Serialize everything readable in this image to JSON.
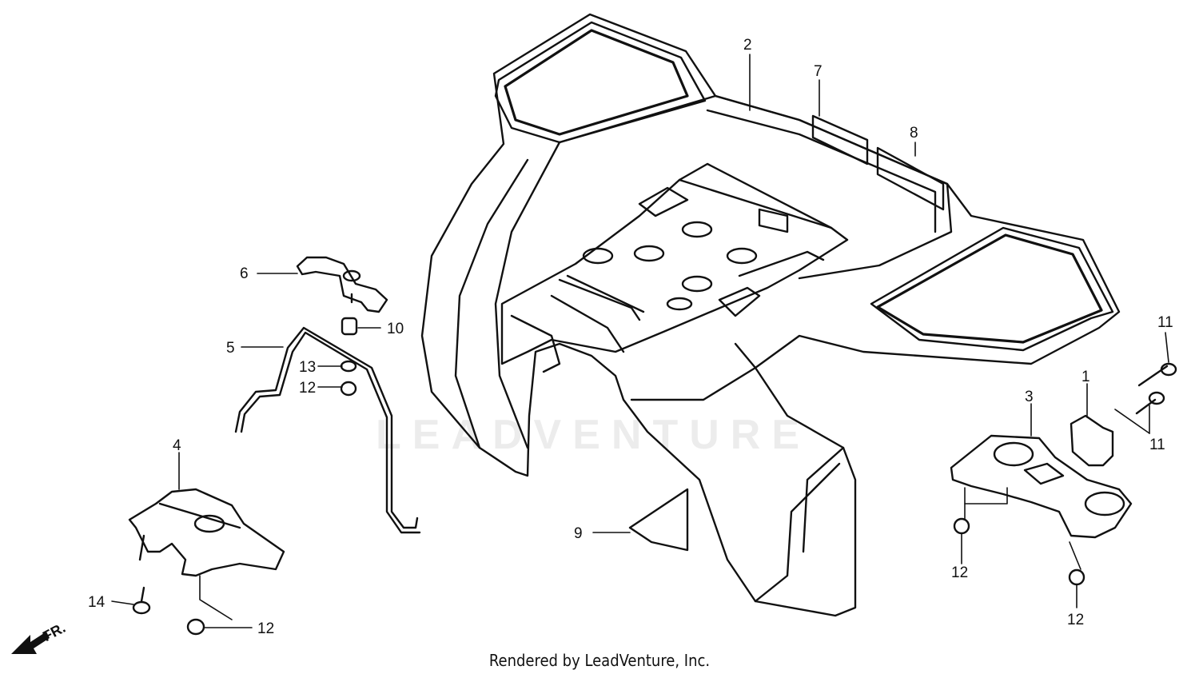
{
  "callouts": [
    {
      "id": "c1",
      "text": "1"
    },
    {
      "id": "c2",
      "text": "2"
    },
    {
      "id": "c3",
      "text": "3"
    },
    {
      "id": "c4",
      "text": "4"
    },
    {
      "id": "c5",
      "text": "5"
    },
    {
      "id": "c6",
      "text": "6"
    },
    {
      "id": "c7",
      "text": "7"
    },
    {
      "id": "c8",
      "text": "8"
    },
    {
      "id": "c9",
      "text": "9"
    },
    {
      "id": "c10",
      "text": "10"
    },
    {
      "id": "c11a",
      "text": "11"
    },
    {
      "id": "c11b",
      "text": "11"
    },
    {
      "id": "c12a",
      "text": "12"
    },
    {
      "id": "c12b",
      "text": "12"
    },
    {
      "id": "c12c",
      "text": "12"
    },
    {
      "id": "c12d",
      "text": "12"
    },
    {
      "id": "c13",
      "text": "13"
    },
    {
      "id": "c14",
      "text": "14"
    }
  ],
  "direction_label": "FR.",
  "watermark": "LEADVENTURE",
  "footer": "Rendered by LeadVenture, Inc."
}
